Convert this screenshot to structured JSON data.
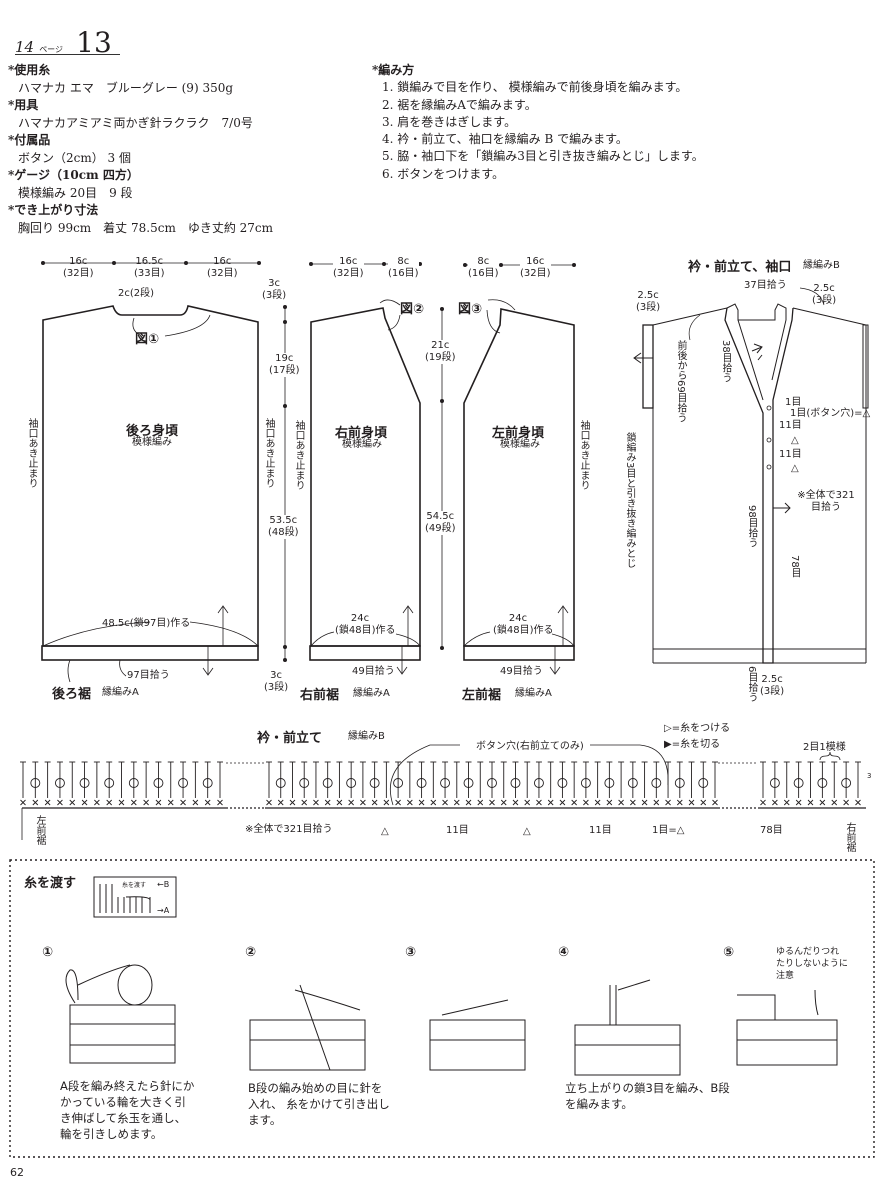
{
  "header": {
    "page_ref": "14",
    "page_suffix": "ページ",
    "pattern_no": "13"
  },
  "materials": [
    {
      "heading": "*使用糸",
      "value": "ハマナカ エマ　ブルーグレー (9) 350g"
    },
    {
      "heading": "*用具",
      "value": "ハマナカアミアミ両かぎ針ラクラク　7/0号"
    },
    {
      "heading": "*付属品",
      "value": "ボタン（2cm） 3 個"
    },
    {
      "heading": "*ゲージ（10cm 四方）",
      "value": "模様編み 20目　9 段"
    },
    {
      "heading": "*でき上がり寸法",
      "value": "胸回り 99cm　着丈 78.5cm　ゆき丈約 27cm"
    }
  ],
  "method": {
    "heading": "*編み方",
    "steps": [
      "1. 鎖編みで目を作り、 模様編みで前後身頃を編みます。",
      "2. 裾を縁編みAで編みます。",
      "3. 肩を巻きはぎします。",
      "4. 衿・前立て、袖口を縁編み B で編みます。",
      "5. 脇・袖口下を「鎖編み3目と引き抜き編みとじ」します。",
      "6. ボタンをつけます。"
    ]
  },
  "back": {
    "top_dims": [
      {
        "c": "16c",
        "st": "(32目)"
      },
      {
        "c": "16.5c",
        "st": "(33目)"
      },
      {
        "c": "16c",
        "st": "(32目)"
      }
    ],
    "neck_depth": "2c(2段)",
    "fig": "図①",
    "title": "後ろ身頃",
    "subtitle": "模様編み",
    "armhole": "袖口あき止まり",
    "cast_on": "48.5c(鎖97目)作る",
    "pickup": "97目拾う",
    "hem_title": "後ろ裾",
    "hem_sub": "縁編みA",
    "side_dims": {
      "shoulder": "3c",
      "shoulder_rows": "(3段)",
      "upper": "19c",
      "upper_rows": "(17段)",
      "lower": "53.5c",
      "lower_rows": "(48段)",
      "hem": "3c",
      "hem_rows": "(3段)"
    }
  },
  "right_front": {
    "top_dims": [
      {
        "c": "16c",
        "st": "(32目)"
      },
      {
        "c": "8c",
        "st": "(16目)"
      }
    ],
    "fig": "図②",
    "title": "右前身頃",
    "subtitle": "模様編み",
    "armhole": "袖口あき止まり",
    "cast_on_c": "24c",
    "cast_on": "(鎖48目)作る",
    "pickup": "49目拾う",
    "hem_title": "右前裾",
    "hem_sub": "縁編みA"
  },
  "left_front": {
    "top_dims": [
      {
        "c": "8c",
        "st": "(16目)"
      },
      {
        "c": "16c",
        "st": "(32目)"
      }
    ],
    "fig": "図③",
    "title": "左前身頃",
    "subtitle": "模様編み",
    "armhole": "袖口あき止まり",
    "cast_on_c": "24c",
    "cast_on": "(鎖48目)作る",
    "pickup": "49目拾う",
    "hem_title": "左前裾",
    "hem_sub": "縁編みA",
    "side_dims": {
      "upper": "21c",
      "upper_rows": "(19段)",
      "lower": "54.5c",
      "lower_rows": "(49段)"
    }
  },
  "overview": {
    "title": "衿・前立て、袖口",
    "sub": "縁編みB",
    "sleeve_c": "2.5c",
    "sleeve_rows": "(3段)",
    "sleeve_pick": "前後から69目拾う",
    "neck_pick": "37目拾う",
    "neck_c": "2.5c",
    "neck_rows": "(3段)",
    "v_pick": "38目拾う",
    "one": "1目",
    "buttonhole": "1目(ボタン穴)=△",
    "eleven_a": "11目",
    "tri_a": "△",
    "eleven_b": "11目",
    "tri_b": "△",
    "seam": "鎖編み3目と引き抜き編みとじ",
    "total": "※全体で321目拾う",
    "front_pick": "98目拾う",
    "seventy_eight": "78目",
    "six": "6目拾う",
    "bottom_c": "2.5c",
    "bottom_rows": "(3段)"
  },
  "chart": {
    "title": "衿・前立て",
    "sub": "縁編みB",
    "legend_attach": "=糸をつける",
    "legend_cut": "=糸を切る",
    "buttonhole": "ボタン穴(右前立てのみ)",
    "repeat": "2目1模様",
    "left_hem": "左前裾",
    "right_hem": "右前裾",
    "total": "※全体で321目拾う",
    "seg_tri1": "△",
    "seg_11a": "11目",
    "seg_tri2": "△",
    "seg_11b": "11目",
    "seg_one": "1目=△",
    "seg_78": "78目",
    "row_no": "3"
  },
  "tutorial": {
    "title": "糸を渡す",
    "mini": {
      "label": "糸を渡す",
      "b": "←B",
      "a": "→A"
    },
    "steps": [
      {
        "no": "①",
        "text": "A段を編み終えたら針にかかっている輪を大きく引き伸ばして糸玉を通し、輪を引きしめます。"
      },
      {
        "no": "②",
        "text": "B段の編み始めの目に針を入れ、 糸をかけて引き出します。"
      },
      {
        "no": "③",
        "text": ""
      },
      {
        "no": "④",
        "text": "立ち上がりの鎖3目を編み、B段を編みます。"
      },
      {
        "no": "⑤",
        "text": ""
      }
    ],
    "note": "ゆるんだりつれたりしないように注意"
  },
  "footer": {
    "page_number": "62"
  }
}
